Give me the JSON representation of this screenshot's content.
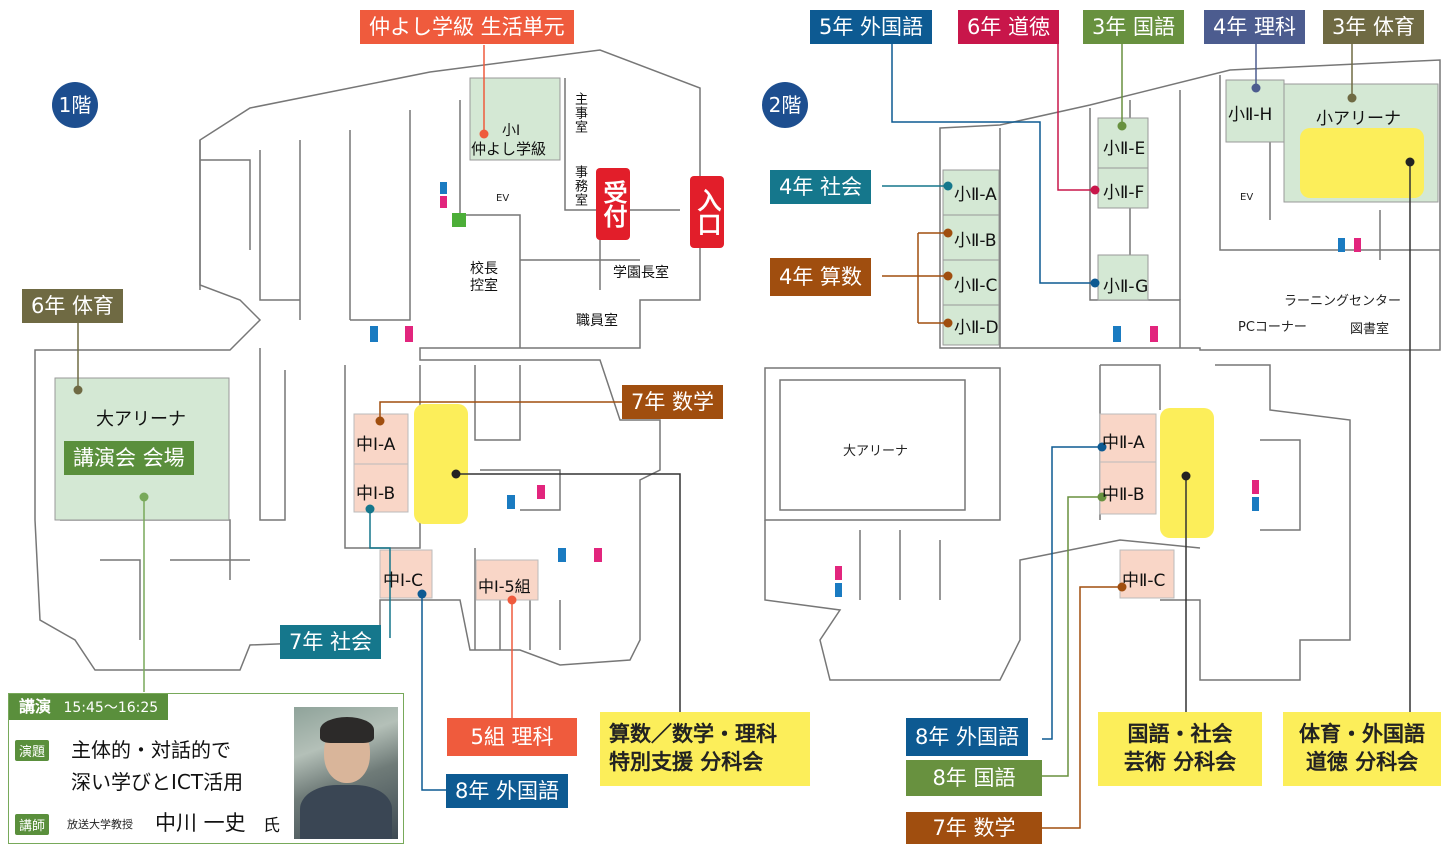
{
  "floors": {
    "first": "1階",
    "second": "2階"
  },
  "colors": {
    "orange_red": "#ef5b3d",
    "brown": "#a04e0f",
    "navy": "#0d5a92",
    "teal": "#15778c",
    "olive": "#6f6a43",
    "green": "#5a8f3c",
    "crimson": "#c8164a",
    "leaf": "#68913f",
    "purple": "#4c5c8f",
    "yellow": "#fcee5a",
    "green_room": "#d4e8d4",
    "pink_room": "#f9d6c7"
  },
  "labels": {
    "special_class": "仲よし学級 生活単元",
    "pe6": "6年 体育",
    "math7_f1": "7年 数学",
    "social7": "7年 社会",
    "science5": "5組 理科",
    "foreign8_f1": "8年 外国語",
    "foreign5": "5年 外国語",
    "moral6": "6年 道徳",
    "japanese3": "3年 国語",
    "science4": "4年 理科",
    "pe3": "3年 体育",
    "social4": "4年 社会",
    "math4": "4年 算数",
    "foreign8_f2": "8年 外国語",
    "japanese8": "8年 国語",
    "math7_f2": "7年 数学"
  },
  "bubbles": {
    "b1_line1": "算数／数学・理科",
    "b1_line2": "特別支援 分科会",
    "b2_line1": "国語・社会",
    "b2_line2": "芸術 分科会",
    "b3_line1": "体育・外国語",
    "b3_line2": "道徳 分科会"
  },
  "rooms": {
    "f1": {
      "sho1_a": "小Ⅰ",
      "sho1_b": "仲よし学級",
      "principal_sub": "校長",
      "principal_sub2": "控室",
      "staff": "職員室",
      "chief": "主事室",
      "office": "事務室",
      "dean": "学園長室",
      "ev": "EV",
      "arena": "大アリーナ",
      "arena_sub": "講演会 会場",
      "ch1a": "中Ⅰ-A",
      "ch1b": "中Ⅰ-B",
      "ch1c": "中Ⅰ-C",
      "ch15": "中Ⅰ-5組",
      "reception": "受付",
      "entrance": "入口"
    },
    "f2": {
      "a": "小Ⅱ-A",
      "b": "小Ⅱ-B",
      "c": "小Ⅱ-C",
      "d": "小Ⅱ-D",
      "e": "小Ⅱ-E",
      "f": "小Ⅱ-F",
      "g": "小Ⅱ-G",
      "h": "小Ⅱ-H",
      "small_arena": "小アリーナ",
      "ev": "EV",
      "learning": "ラーニングセンター",
      "pc": "PCコーナー",
      "library": "図書室",
      "big_arena": "大アリーナ",
      "ch2a": "中Ⅱ-A",
      "ch2b": "中Ⅱ-B",
      "ch2c": "中Ⅱ-C"
    }
  },
  "lecture": {
    "header": "講演",
    "time": "15:45～16:25",
    "theme_tag": "演題",
    "theme1": "主体的・対話的で",
    "theme2": "深い学びとICT活用",
    "speaker_tag": "講師",
    "speaker_title": "放送大学教授",
    "speaker_name": "中川 一史",
    "honorific": "氏"
  }
}
